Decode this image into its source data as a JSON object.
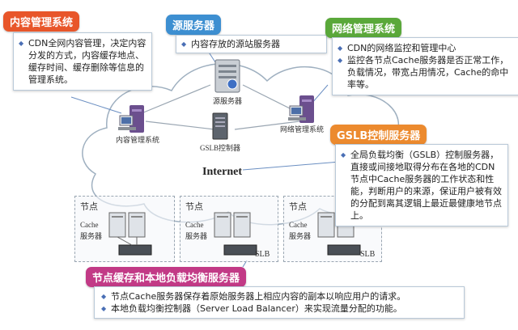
{
  "content_mgmt": {
    "title": "内容管理系统",
    "items": [
      "CDN全网内容管理，决定内容分发的方式，内容缓存地点、缓存时间、缓存删除等信息的管理系统。"
    ],
    "server_label": "内容管理系统"
  },
  "origin": {
    "title": "源服务器",
    "items": [
      "内容存放的源站服务器"
    ],
    "server_label": "源服务器"
  },
  "network_mgmt": {
    "title": "网络管理系统",
    "items": [
      "CDN的网络监控和管理中心",
      "监控各节点Cache服务器是否正常工作，负载情况，带宽占用情况，Cache的命中率等。"
    ],
    "server_label": "网络管理系统"
  },
  "gslb": {
    "title": "GSLB控制服务器",
    "items": [
      "全局负载均衡（GSLB）控制服务器，直接或间接地取得分布在各地的CDN节点中Cache服务器的工作状态和性能，判断用户的来源，保证用户被有效的分配到离其逻辑上最近最健康地节点上。"
    ],
    "server_label": "GSLB控制器"
  },
  "internet_label": "Internet",
  "nodes": {
    "node_label": "节点",
    "cache_label_1": "Cache",
    "cache_label_2": "服务器",
    "slb_label": "SLB"
  },
  "node_cache": {
    "title": "节点缓存和本地负载均衡服务器",
    "items": [
      "节点Cache服务器保存着原始服务器上相应内容的副本以响应用户的请求。",
      "本地负载均衡控制器（Server Load Balancer）来实现流量分配的功能。"
    ]
  },
  "colors": {
    "content_mgmt": "#e8562a",
    "origin": "#3d8fd1",
    "network_mgmt": "#5aa83a",
    "gslb": "#ec8a2e",
    "node_cache": "#c23a86"
  }
}
